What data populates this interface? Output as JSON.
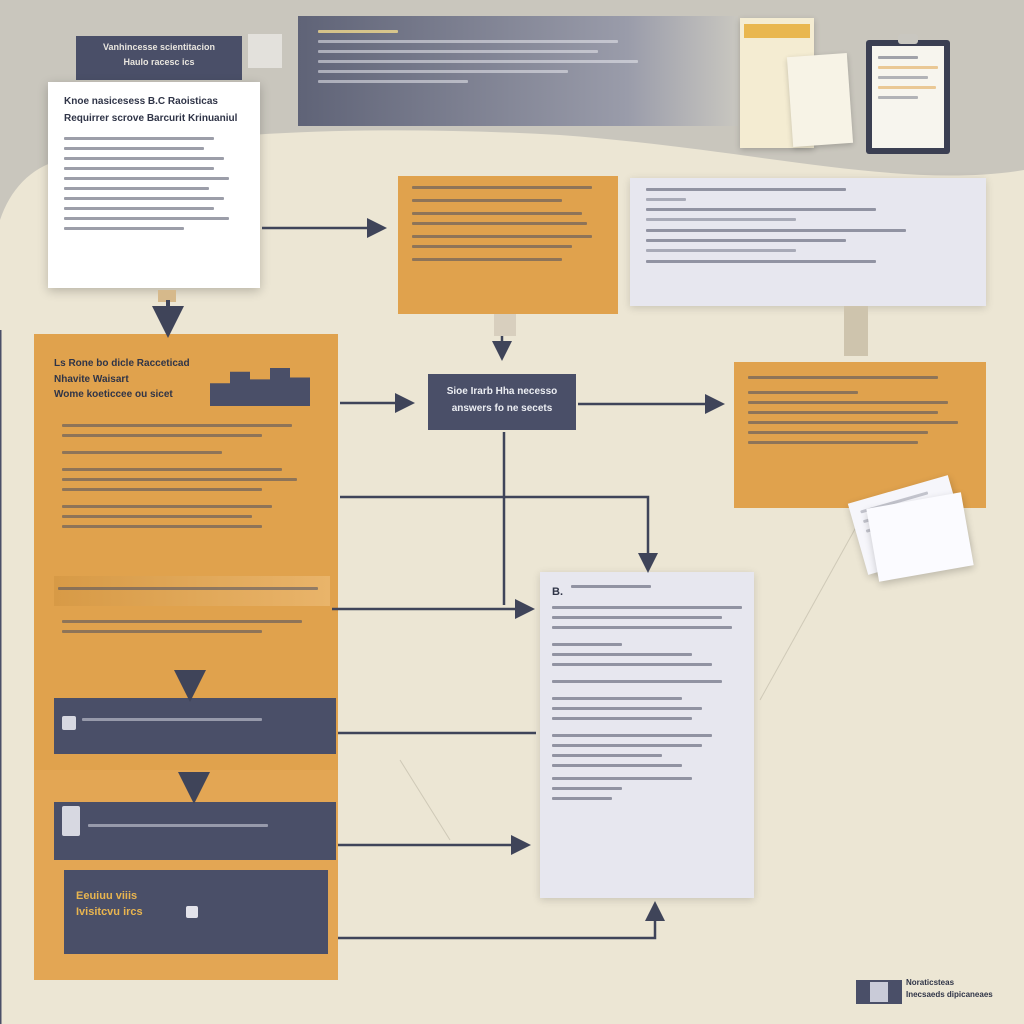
{
  "header_tag": {
    "line1": "Vanhincesse scientitacion",
    "line2": "Haulo racesc ics"
  },
  "doc_card": {
    "title": "Knoe nasicesess B.C Raoisticas",
    "subtitle": "Requirrer scrove Barcurit Krinuaniul"
  },
  "stack_panel": {
    "title1": "Ls Rone bo dicle Racceticad",
    "title2": "Nhavite Waisart",
    "title3": "Wome koeticcee ou sicet"
  },
  "center_box": {
    "line1": "Sioe Irarb Hha necesso",
    "line2": "answers fo ne secets"
  },
  "bottom_box": {
    "line1": "Eeuiuu viiis",
    "line2": "Ivisitcvu ircs"
  },
  "footer_badge": {
    "line1": "Noraticsteas",
    "line2": "Inecsaeds dipicaneaes"
  },
  "right_doc": {
    "marker": "B."
  },
  "colors": {
    "navy": "#4a4f68",
    "orange": "#e0a24d",
    "background": "#ece6d4",
    "arrow": "#3f4459"
  }
}
